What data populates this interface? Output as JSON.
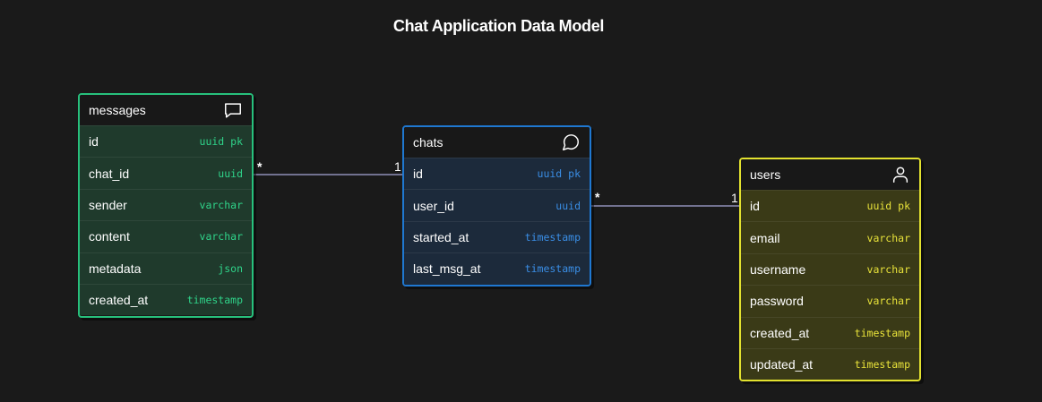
{
  "title": "Chat Application Data Model",
  "colors": {
    "background": "#1a1a1a",
    "messages": "#27c07c",
    "chats": "#1f78d1",
    "users": "#e3e22f",
    "connector": "#a6a6d6"
  },
  "entities": {
    "messages": {
      "name": "messages",
      "icon": "message-square-icon",
      "fields": [
        {
          "name": "id",
          "type": "uuid pk"
        },
        {
          "name": "chat_id",
          "type": "uuid"
        },
        {
          "name": "sender",
          "type": "varchar"
        },
        {
          "name": "content",
          "type": "varchar"
        },
        {
          "name": "metadata",
          "type": "json"
        },
        {
          "name": "created_at",
          "type": "timestamp"
        }
      ]
    },
    "chats": {
      "name": "chats",
      "icon": "message-circle-icon",
      "fields": [
        {
          "name": "id",
          "type": "uuid pk"
        },
        {
          "name": "user_id",
          "type": "uuid"
        },
        {
          "name": "started_at",
          "type": "timestamp"
        },
        {
          "name": "last_msg_at",
          "type": "timestamp"
        }
      ]
    },
    "users": {
      "name": "users",
      "icon": "user-icon",
      "fields": [
        {
          "name": "id",
          "type": "uuid pk"
        },
        {
          "name": "email",
          "type": "varchar"
        },
        {
          "name": "username",
          "type": "varchar"
        },
        {
          "name": "password",
          "type": "varchar"
        },
        {
          "name": "created_at",
          "type": "timestamp"
        },
        {
          "name": "updated_at",
          "type": "timestamp"
        }
      ]
    }
  },
  "relationships": [
    {
      "from": "messages.chat_id",
      "to": "chats.id",
      "from_card": "*",
      "to_card": "1"
    },
    {
      "from": "chats.user_id",
      "to": "users.id",
      "from_card": "*",
      "to_card": "1"
    }
  ]
}
